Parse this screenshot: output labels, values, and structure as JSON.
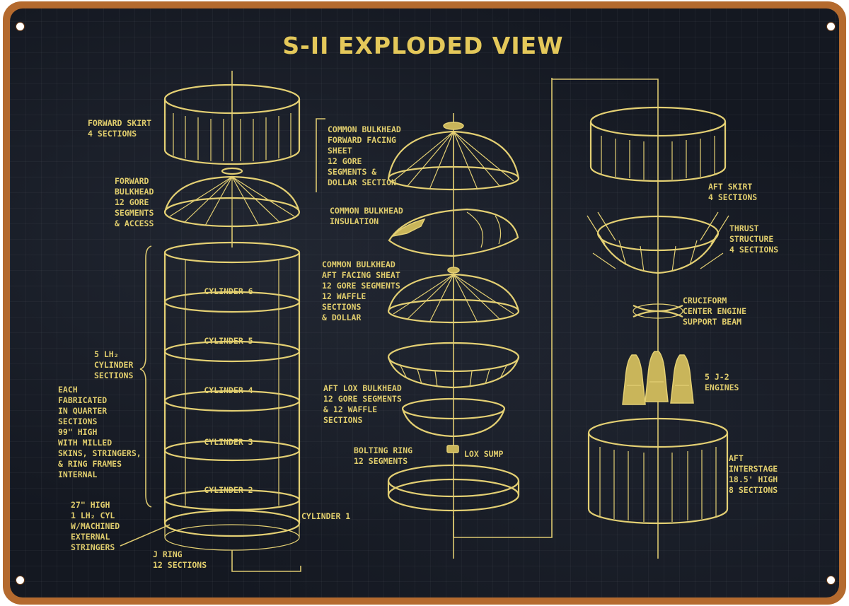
{
  "title": "S-II EXPLODED VIEW",
  "colors": {
    "frame": "#b46a2e",
    "board": "#141821",
    "ink": "#e3cf73"
  },
  "labels": {
    "forward_skirt": [
      "FORWARD SKIRT",
      "4 SECTIONS"
    ],
    "forward_bulkhead": [
      "FORWARD",
      "BULKHEAD",
      "12 GORE",
      "SEGMENTS",
      "& ACCESS"
    ],
    "cylinder_sections": [
      "5 LH₂",
      "CYLINDER",
      "SECTIONS"
    ],
    "each_fabricated": [
      "EACH",
      "FABRICATED",
      "IN QUARTER",
      "SECTIONS",
      "99\" HIGH",
      "WITH MILLED",
      "SKINS, STRINGERS,",
      "& RING FRAMES",
      "INTERNAL"
    ],
    "cylinder_1_desc": [
      "27\" HIGH",
      "1 LH₂ CYL",
      "W/MACHINED",
      "EXTERNAL",
      "STRINGERS"
    ],
    "j_ring": [
      "J RING",
      "12 SECTIONS"
    ],
    "common_bulkhead_fwd": [
      "COMMON BULKHEAD",
      "FORWARD FACING",
      "SHEET",
      "12 GORE",
      "SEGMENTS &",
      "DOLLAR SECTION"
    ],
    "common_bulkhead_insulation": [
      "COMMON BULKHEAD",
      "INSULATION"
    ],
    "common_bulkhead_aft": [
      "COMMON BULKHEAD",
      "AFT FACING SHEAT",
      "12 GORE SEGMENTS",
      "12 WAFFLE",
      "SECTIONS",
      "& DOLLAR"
    ],
    "aft_lox_bulkhead": [
      "AFT LOX BULKHEAD",
      "12 GORE SEGMENTS",
      "& 12 WAFFLE",
      "SECTIONS"
    ],
    "bolting_ring": [
      "BOLTING RING",
      "12 SEGMENTS"
    ],
    "lox_sump": "LOX SUMP",
    "aft_skirt": [
      "AFT SKIRT",
      "4 SECTIONS"
    ],
    "thrust_structure": [
      "THRUST",
      "STRUCTURE",
      "4 SECTIONS"
    ],
    "cruciform": [
      "CRUCIFORM",
      "CENTER ENGINE",
      "SUPPORT BEAM"
    ],
    "engines": [
      "5  J-2",
      "ENGINES"
    ],
    "aft_interstage": [
      "AFT",
      "INTERSTAGE",
      "18.5' HIGH",
      "8 SECTIONS"
    ]
  },
  "cylinders": [
    "CYLINDER 6",
    "CYLINDER 5",
    "CYLINDER 4",
    "CYLINDER 3",
    "CYLINDER 2",
    "CYLINDER 1"
  ]
}
